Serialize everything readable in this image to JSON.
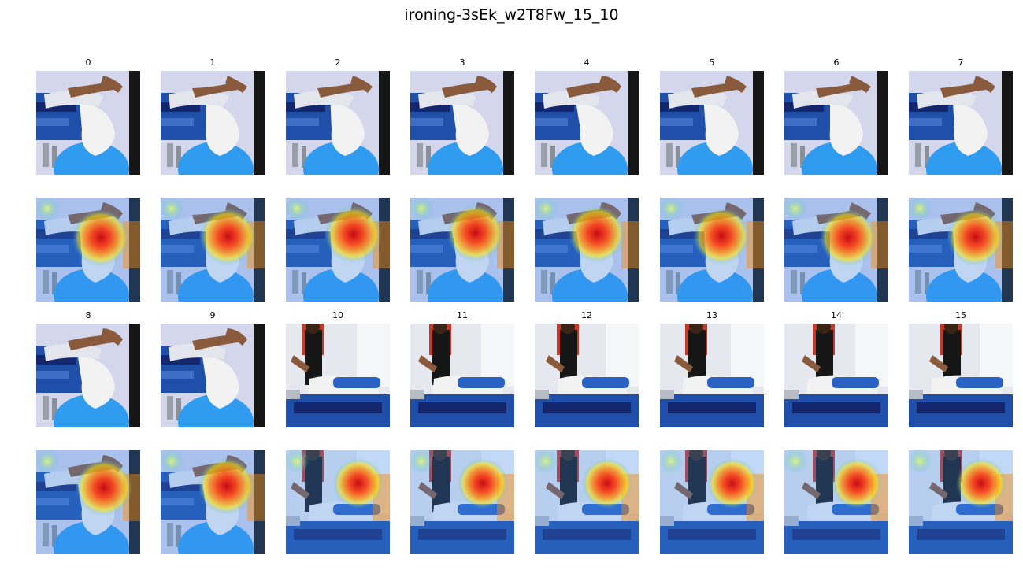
{
  "figure": {
    "title": "ironing-3sEk_w2T8Fw_15_10"
  },
  "frames": [
    {
      "label": "0",
      "scene": "closeup"
    },
    {
      "label": "1",
      "scene": "closeup"
    },
    {
      "label": "2",
      "scene": "closeup"
    },
    {
      "label": "3",
      "scene": "closeup"
    },
    {
      "label": "4",
      "scene": "closeup"
    },
    {
      "label": "5",
      "scene": "closeup"
    },
    {
      "label": "6",
      "scene": "closeup"
    },
    {
      "label": "7",
      "scene": "closeup"
    },
    {
      "label": "8",
      "scene": "closeup"
    },
    {
      "label": "9",
      "scene": "closeup"
    },
    {
      "label": "10",
      "scene": "wide"
    },
    {
      "label": "11",
      "scene": "wide"
    },
    {
      "label": "12",
      "scene": "wide"
    },
    {
      "label": "13",
      "scene": "wide"
    },
    {
      "label": "14",
      "scene": "wide"
    },
    {
      "label": "15",
      "scene": "wide"
    }
  ],
  "colors": {
    "wall": "#d4d6ec",
    "press_blue": "#1f4fa8",
    "press_dark": "#14266e",
    "ball_blue": "#2f9cf0",
    "cloth_white": "#f2f2f2",
    "shirt_red": "#c23a2a",
    "apron_black": "#161616",
    "skin": "#8a5a3c",
    "heat_hot": "#c8000a",
    "heat_warm": "#ff8a00",
    "heat_mid": "#ffe600",
    "heat_cool": "#3fb8e8"
  }
}
